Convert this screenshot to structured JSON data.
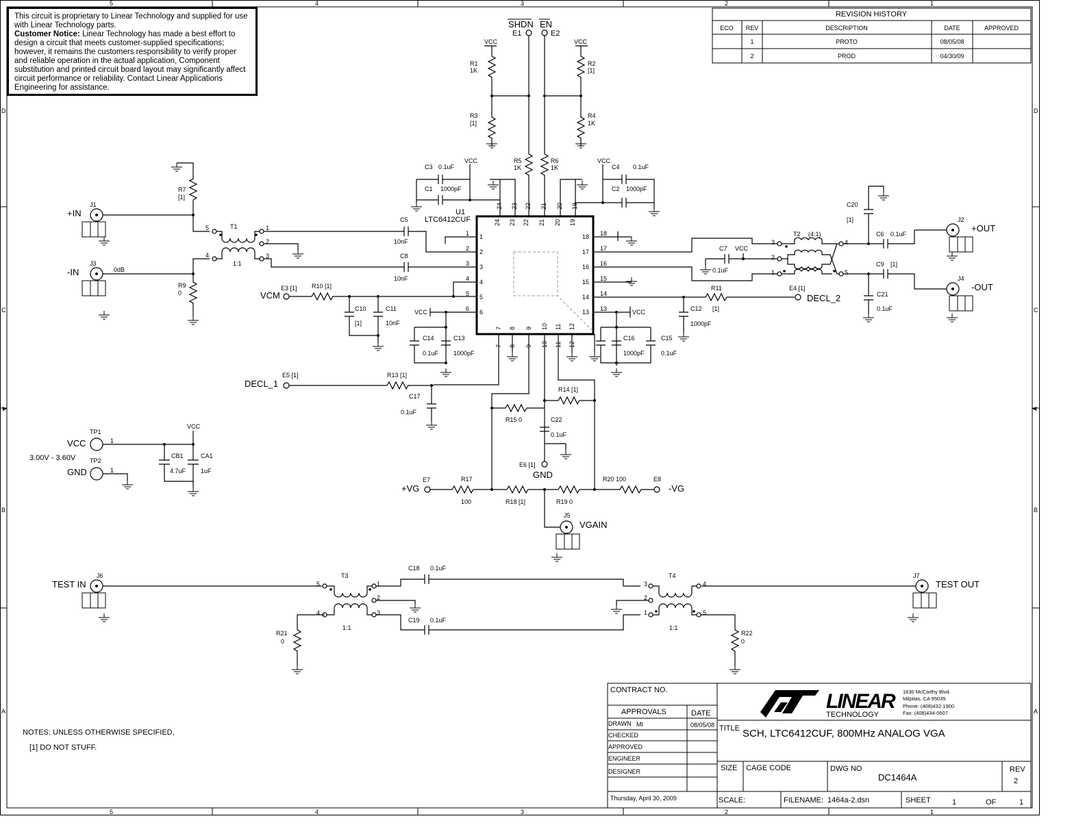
{
  "notice": {
    "line1": "This circuit is proprietary to Linear Technology and supplied for use with Linear Technology parts.",
    "bold": "Customer Notice:",
    "line2": "Linear Technology has made a best effort to design a circuit that meets customer-supplied specifications; however, it remains the customers responsibility to verify proper and reliable operation in the actual application, Component substitution and printed circuit board layout may significantly affect circuit performance or reliability. Contact Linear Applications Engineering for assistance."
  },
  "border_zones": {
    "columns": [
      "5",
      "4",
      "3",
      "2",
      "1"
    ],
    "rows": [
      "D",
      "C",
      "B",
      "A"
    ]
  },
  "revision_history": {
    "title": "REVISION HISTORY",
    "headers": [
      "ECO",
      "REV",
      "DESCRIPTION",
      "DATE",
      "APPROVED"
    ],
    "rows": [
      {
        "eco": "",
        "rev": "1",
        "desc": "PROTO",
        "date": "08/05/08",
        "approved": ""
      },
      {
        "eco": "",
        "rev": "2",
        "desc": "PROD",
        "date": "04/30/09",
        "approved": ""
      }
    ]
  },
  "ic": {
    "ref": "U1",
    "part": "LTC6412CUF",
    "left_pins": [
      "1",
      "2",
      "3",
      "4",
      "5",
      "6"
    ],
    "right_pins": [
      "18",
      "17",
      "16",
      "15",
      "14",
      "13"
    ],
    "top_pins": [
      "24",
      "23",
      "22",
      "21",
      "20",
      "19"
    ],
    "bottom_pins": [
      "7",
      "8",
      "9",
      "10",
      "11",
      "12"
    ]
  },
  "labels": {
    "shdn": "SHDN",
    "en": "EN",
    "e1": "E1",
    "e2": "E2",
    "vcc": "VCC",
    "in_pos": "+IN",
    "in_neg": "-IN",
    "j1": "J1",
    "j3": "J3",
    "j2": "J2",
    "j4": "J4",
    "out_pos": "+OUT",
    "out_neg": "-OUT",
    "vcm": "VCM",
    "e3": "E3 [1]",
    "decl2": "DECL_2",
    "e4": "E4 [1]",
    "decl1": "DECL_1",
    "e5": "E5 [1]",
    "gnd": "GND",
    "e6": "E6 [1]",
    "vg_pos": "+VG",
    "e7": "E7",
    "vg_neg": "-VG",
    "e8": "E8",
    "vgain": "VGAIN",
    "j5": "J5",
    "tp1": "TP1",
    "tp2": "TP2",
    "supply": "3.00V - 3.60V",
    "test_in": "TEST IN",
    "j6": "J6",
    "test_out": "TEST OUT",
    "j7": "J7",
    "t1": "T1",
    "t2": "T2",
    "t2_ratio": "(4:1)",
    "t3": "T3",
    "t4": "T4",
    "ratio11": "1:1",
    "odb": "0dB"
  },
  "components": {
    "r1": [
      "R1",
      "1K"
    ],
    "r2": [
      "R2",
      "[1]"
    ],
    "r3": [
      "R3",
      "[1]"
    ],
    "r4": [
      "R4",
      "1K"
    ],
    "r5": [
      "R5",
      "1K"
    ],
    "r6": [
      "R6",
      "1K"
    ],
    "r7": [
      "R7",
      "[1]"
    ],
    "r9": [
      "R9",
      "0"
    ],
    "r10": "R10 [1]",
    "r11": [
      "R11",
      "[1]"
    ],
    "r13": "R13 [1]",
    "r14": "R14 [1]",
    "r15": "R15 0",
    "r17": [
      "R17",
      "100"
    ],
    "r18": "R18 [1]",
    "r19": "R19 0",
    "r20": "R20 100",
    "r21": [
      "R21",
      "0"
    ],
    "r22": [
      "R22",
      "0"
    ],
    "c1": [
      "C1",
      "1000pF"
    ],
    "c2": [
      "C2",
      "1000pF"
    ],
    "c3": [
      "C3",
      "0.1uF"
    ],
    "c4": [
      "C4",
      "0.1uF"
    ],
    "c5": [
      "C5",
      "10nF"
    ],
    "c6": [
      "C6",
      "0.1uF"
    ],
    "c7": [
      "C7",
      "0.1uF"
    ],
    "c8": [
      "C8",
      "10nF"
    ],
    "c9": [
      "C9",
      "[1]"
    ],
    "c10": [
      "C10",
      "[1]"
    ],
    "c11": [
      "C11",
      "10nF"
    ],
    "c12": [
      "C12",
      "1000pF"
    ],
    "c13": [
      "C13",
      "1000pF"
    ],
    "c14": [
      "C14",
      "0.1uF"
    ],
    "c15": [
      "C15",
      "0.1uF"
    ],
    "c16": [
      "C16",
      "1000pF"
    ],
    "c17": [
      "C17",
      "0.1uF"
    ],
    "c18": [
      "C18",
      "0.1uF"
    ],
    "c19": [
      "C19",
      "0.1uF"
    ],
    "c20": [
      "C20",
      "[1]"
    ],
    "c21": [
      "C21",
      "0.1uF"
    ],
    "c22": [
      "C22",
      "0.1uF"
    ],
    "cb1": [
      "CB1",
      "4.7uF"
    ],
    "ca1": [
      "CA1",
      "1uF"
    ]
  },
  "notes": {
    "header": "NOTES: UNLESS OTHERWISE SPECIFIED,",
    "n1": "[1]   DO NOT STUFF."
  },
  "title_block": {
    "contract": "CONTRACT NO.",
    "approvals": "APPROVALS",
    "date_hdr": "DATE",
    "drawn": "DRAWN",
    "drawn_by": "MI",
    "drawn_date": "08/05/08",
    "checked": "CHECKED",
    "approved": "APPROVED",
    "engineer": "ENGINEER",
    "designer": "DESIGNER",
    "print_date": "Thursday, April 30, 2009",
    "company": "LINEAR",
    "company_sub": "TECHNOLOGY",
    "addr1": "1630 McCarthy Blvd.",
    "addr2": "Milpitas, CA 95035",
    "addr3": "Phone: (408)432-1900",
    "addr4": "Fax: (408)434-0507",
    "title_lbl": "TITLE",
    "title": "SCH, LTC6412CUF, 800MHz ANALOG VGA",
    "size": "SIZE",
    "cage": "CAGE CODE",
    "dwg_lbl": "DWG NO",
    "dwg": "DC1464A",
    "rev_lbl": "REV",
    "rev": "2",
    "scale": "SCALE:",
    "filename_lbl": "FILENAME:",
    "filename": "1464a-2.dsn",
    "sheet": "SHEET",
    "sheet_no": "1",
    "of": "OF",
    "of_no": "1"
  }
}
